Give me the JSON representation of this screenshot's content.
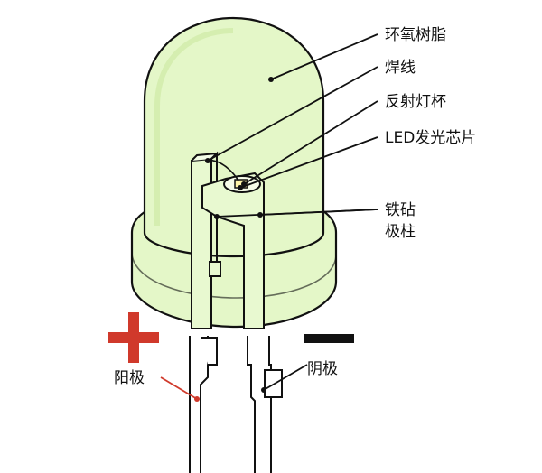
{
  "diagram": {
    "labels": {
      "epoxy": "环氧树脂",
      "bond_wire": "焊线",
      "reflector_cup": "反射灯杯",
      "led_chip": "LED发光芯片",
      "iron_anvil": "铁砧",
      "post": "极柱",
      "anode": "阳极",
      "cathode": "阴极"
    },
    "symbols": {
      "anode_sign": "+",
      "cathode_sign": "−"
    },
    "colors": {
      "epoxy_fill": "#e4f7c8",
      "epoxy_fill_dark": "#d8f2b0",
      "outline": "#111111",
      "anode_sign": "#d0392b",
      "cathode_sign": "#111111",
      "anode_pointer": "#d0392b",
      "chip_glow": "#fff4a8"
    }
  }
}
